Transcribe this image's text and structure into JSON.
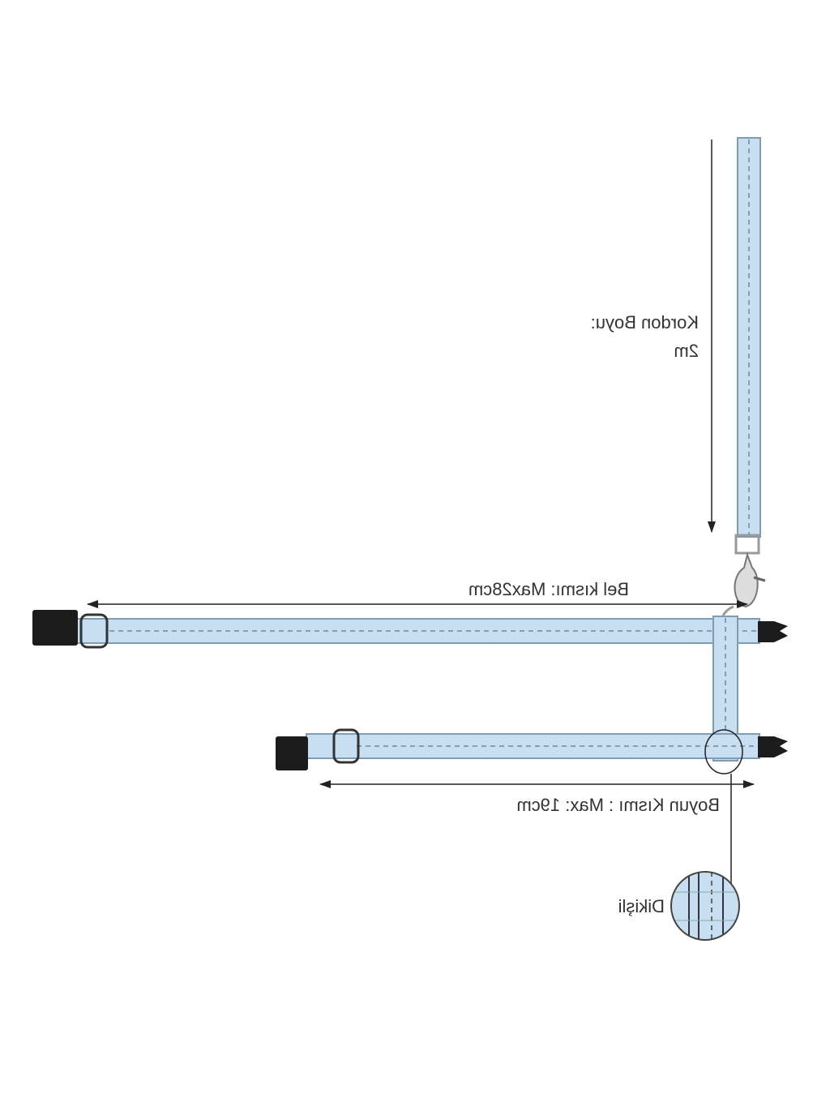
{
  "labels": {
    "leash_length_line1": "Kordon Boyu:",
    "leash_length_line2": "2m",
    "waist": "Bel kısmı: Max28cm",
    "neck": "Boyun Kısmı : Max: 19cm",
    "stitched": "Dikişli"
  },
  "colors": {
    "strap": "#c7dff0",
    "strap_edge": "#7e9db5",
    "buckle": "#1c1c1c",
    "arrow": "#222222"
  }
}
